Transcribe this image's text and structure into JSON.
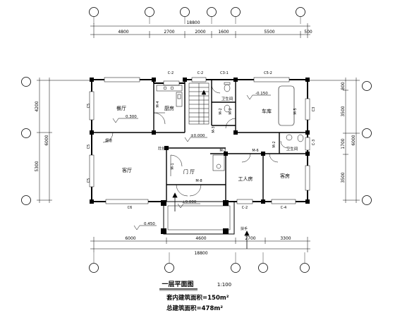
{
  "dimensions": {
    "top_total": "18800",
    "top_segments": [
      "4800",
      "2700",
      "2000",
      "1600",
      "5500",
      "500"
    ],
    "bottom_segments": [
      "6000",
      "4600",
      "2700",
      "3300"
    ],
    "bottom_total": "18800",
    "left_outer": [
      "4200",
      "5300"
    ],
    "left_inner": [
      "6000"
    ],
    "right_inner": [
      "800",
      "3500",
      "1700",
      "3500"
    ],
    "right_outer": [
      "6000"
    ]
  },
  "rooms": {
    "dining": "餐厅",
    "kitchen": "厨房",
    "garage": "车库",
    "living": "客厅",
    "foyer": "门 厅",
    "workroom": "工人房",
    "guest": "客房",
    "bath1": "卫生间",
    "bath2": "卫生间"
  },
  "levels": {
    "dining": "0.300",
    "garage": "-0.150",
    "foyer": "±0.000",
    "porch": "±0.000",
    "outside": "0.450"
  },
  "openings": {
    "c2_a": "C-2",
    "c2_b": "C-2",
    "c3_1": "C3-1",
    "c5_2": "C5-2",
    "c6": "C6",
    "c2_c": "C-2",
    "c4": "C-4",
    "c3": "C-3",
    "m4_a": "M-4",
    "m2_a": "M-2",
    "m2_b": "M-2",
    "m5": "M-5",
    "m6": "M-6",
    "m8": "M-8",
    "m3": "M-3",
    "m2_c": "M-2",
    "m2_d": "M-2",
    "m1": "M-1",
    "c5_a": "C5",
    "c5_b": "C5",
    "c5_c": "C5",
    "c3_v": "C3"
  },
  "misc": {
    "flue": "烟道",
    "zaitai": "灶台",
    "handrail": "扶手"
  },
  "title": {
    "name": "一层平面图",
    "scale": "1:100",
    "area_inner": "套内建筑面积=150m²",
    "area_total": "总建筑面积=478m²"
  }
}
